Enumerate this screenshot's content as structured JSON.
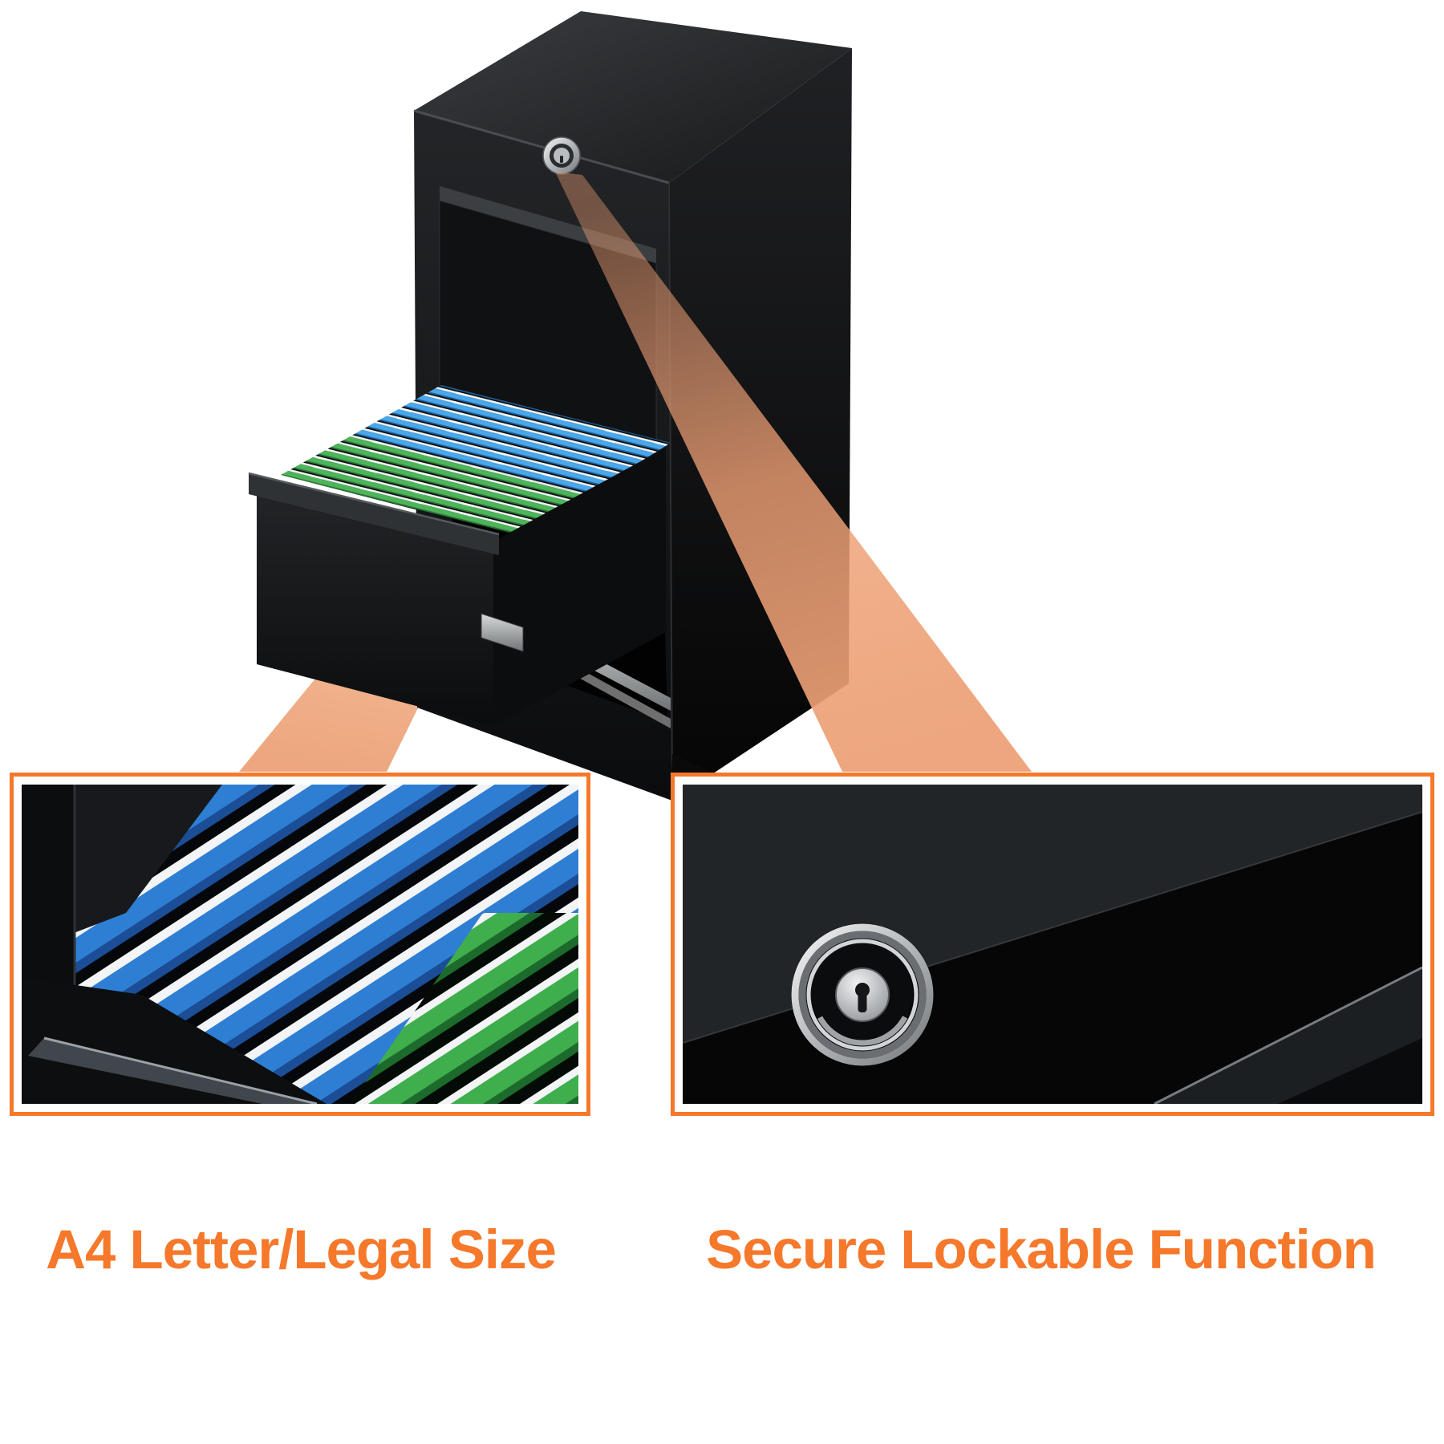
{
  "callouts": {
    "left": {
      "label": "A4 Letter/Legal Size"
    },
    "right": {
      "label": "Secure Lockable Function"
    }
  },
  "colors": {
    "accent_orange": "#F5782B",
    "beam_peach": "#EFA075",
    "folder_green": "#4DB45A",
    "folder_blue": "#4AA7E9",
    "cabinet_black": "#121316",
    "lock_silver": "#C9CCCE"
  },
  "icons": {
    "lock": "lock-icon",
    "files": "file-folders-icon",
    "beams": "highlight-beam"
  }
}
